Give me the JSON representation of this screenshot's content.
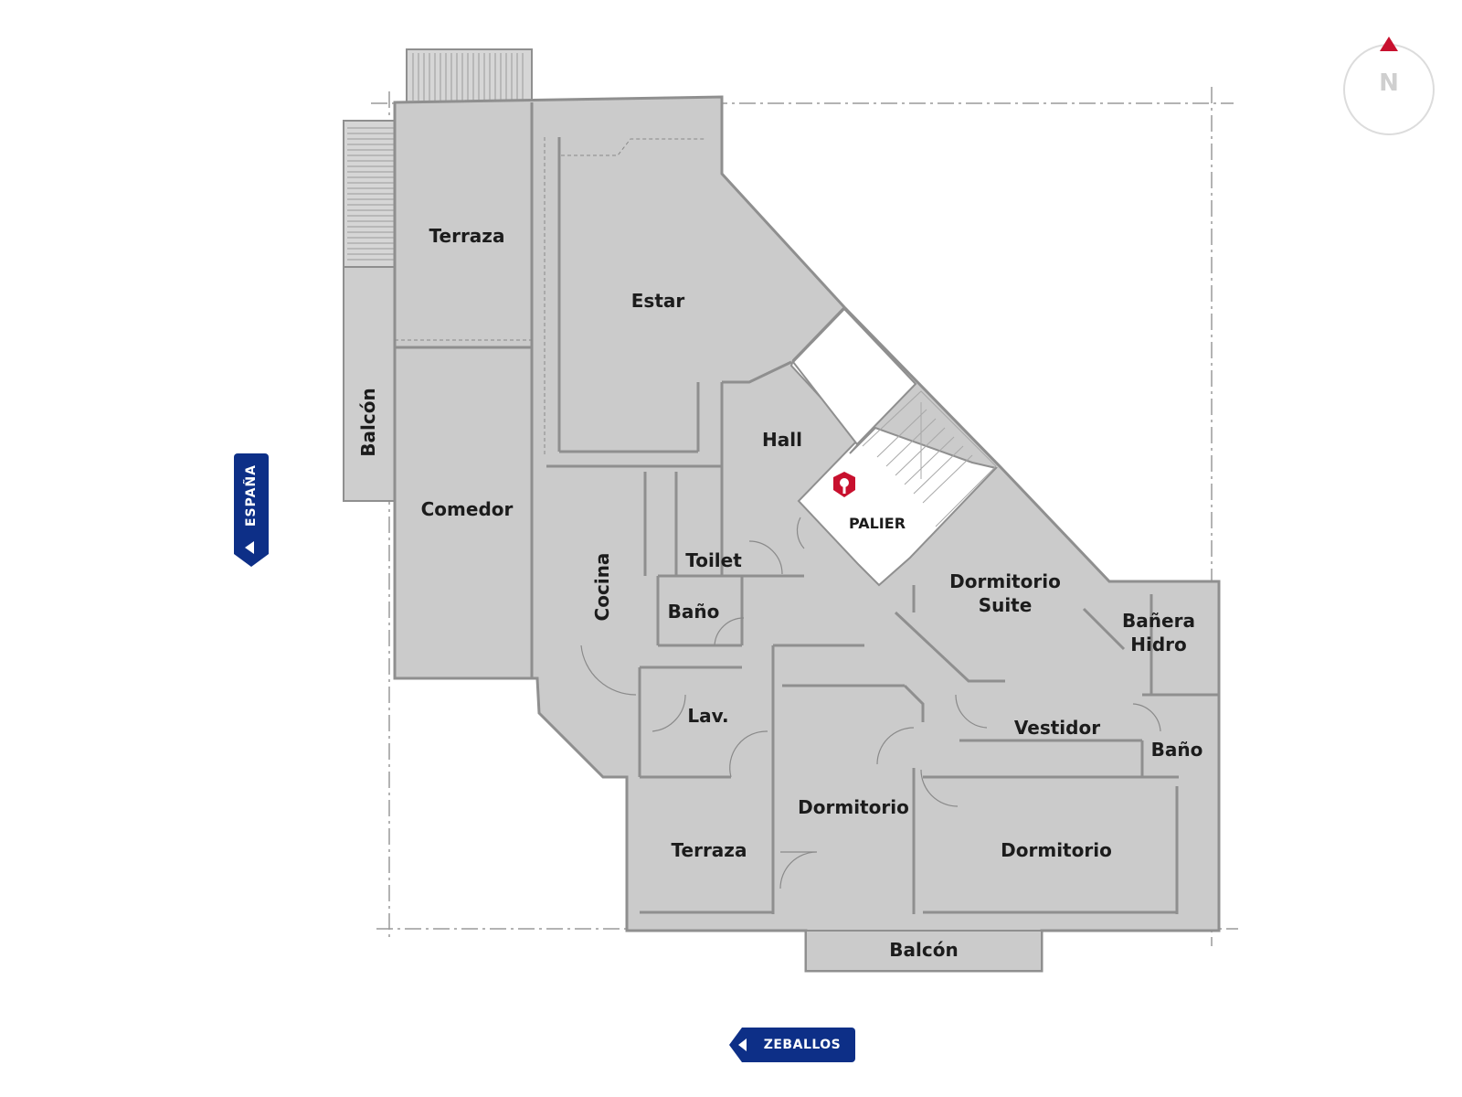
{
  "plan": {
    "rooms": {
      "terraza_top": "Terraza",
      "estar": "Estar",
      "hall": "Hall",
      "balcon_left": "Balcón",
      "comedor": "Comedor",
      "cocina": "Cocina",
      "toilet": "Toilet",
      "bano_center": "Baño",
      "lav": "Lav.",
      "palier": "PALIER",
      "dormitorio_suite": "Dormitorio\nSuite",
      "dormitorio_suite_l1": "Dormitorio",
      "dormitorio_suite_l2": "Suite",
      "banera_hidro_l1": "Bañera",
      "banera_hidro_l2": "Hidro",
      "vestidor": "Vestidor",
      "bano_right": "Baño",
      "terraza_bottom": "Terraza",
      "dormitorio_mid": "Dormitorio",
      "dormitorio_right": "Dormitorio",
      "balcon_bottom": "Balcón"
    }
  },
  "streets": {
    "left": "ESPAÑA",
    "bottom": "ZEBALLOS"
  },
  "compass": {
    "north_label": "N"
  },
  "colors": {
    "room_fill": "#cccccc",
    "wall": "#8f8f8f",
    "street_sign": "#0d2f87",
    "compass_needle": "#c8102e",
    "location_pin": "#c8102e"
  },
  "icons": {
    "location": "location-pin-icon",
    "compass": "compass-icon"
  }
}
